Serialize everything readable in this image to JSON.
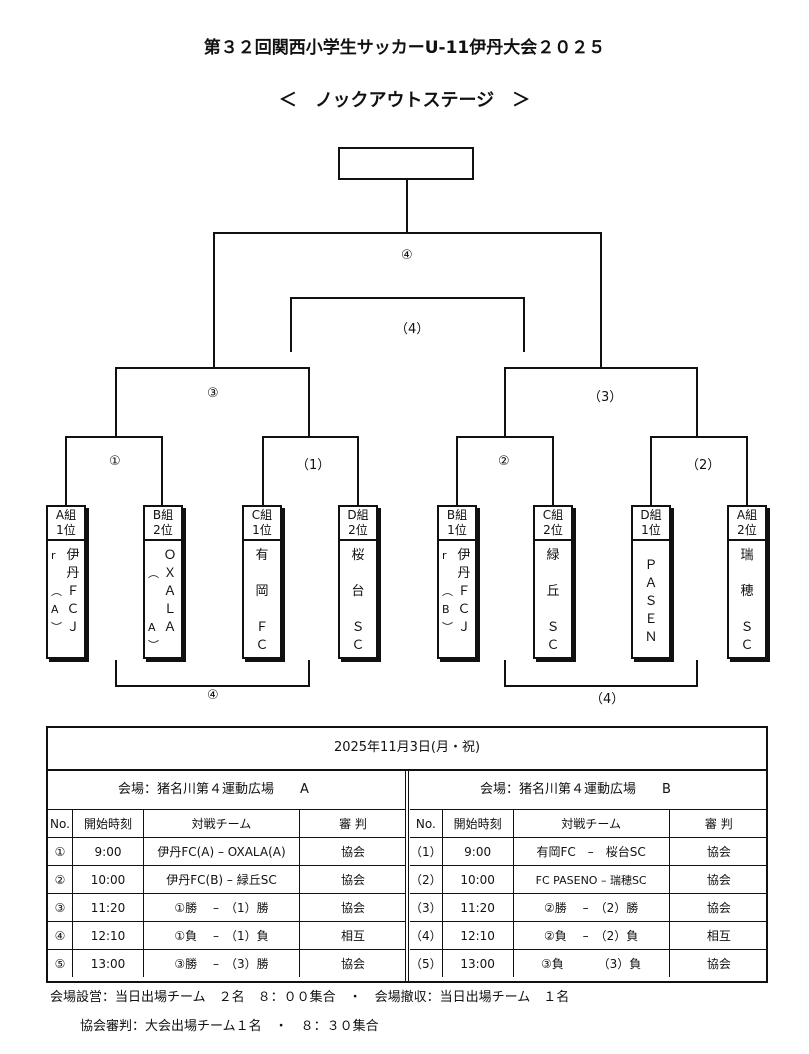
{
  "header": {
    "title": "第３２回関西小学生サッカーU-11伊丹大会２０２５",
    "subtitle": "＜　ノックアウトステージ　＞"
  },
  "bracket": {
    "labels": {
      "final": "④",
      "third_place": "（4）",
      "semi_left": "③",
      "semi_right": "（3）",
      "qf_1": "①",
      "qf_2": "（1）",
      "qf_3": "②",
      "qf_4": "（2）",
      "consolation_left": "④",
      "consolation_right": "（4）"
    },
    "teams": [
      {
        "group": "A組\n1位",
        "name": "伊\n丹\nＦ\nＣ\nＪ",
        "side_note": "r\n\n︵\nA\n︶"
      },
      {
        "group": "B組\n2位",
        "name": "Ｏ\nＸ\nＡ\nＬ\nＡ",
        "side_note": "\n︵\n\n\nA\n︶"
      },
      {
        "group": "C組\n1位",
        "name": "有\n\n岡\n\nＦ\nＣ",
        "side_note": ""
      },
      {
        "group": "D組\n2位",
        "name": "桜\n\n台\n\nＳ\nＣ",
        "side_note": ""
      },
      {
        "group": "B組\n1位",
        "name": "伊\n丹\nＦ\nＣ\nＪ",
        "side_note": "r\n\n︵\nB\n︶"
      },
      {
        "group": "C組\n2位",
        "name": "緑\n\n丘\n\nＳ\nＣ",
        "side_note": ""
      },
      {
        "group": "D組\n1位",
        "name": "Ｐ\nＡ\nＳ\nＥ\nＮ",
        "side_note": ""
      },
      {
        "group": "A組\n2位",
        "name": "瑞\n\n穂\n\nＳ\nＣ",
        "side_note": ""
      }
    ]
  },
  "schedule": {
    "date": "2025年11月3日(月・祝)",
    "columns": [
      "No.",
      "開始時刻",
      "対戦チーム",
      "審 判"
    ],
    "venues": [
      {
        "title": "会場：猪名川第４運動広場　　A",
        "rows": [
          [
            "①",
            "9:00",
            "伊丹FC(A)  –  OXALA(A)",
            "協会"
          ],
          [
            "②",
            "10:00",
            "伊丹FC(B)  –   緑丘SC",
            "協会"
          ],
          [
            "③",
            "11:20",
            "①勝　 –　（1）勝",
            "協会"
          ],
          [
            "④",
            "12:10",
            "①負　 –　（1）負",
            "相互"
          ],
          [
            "⑤",
            "13:00",
            "③勝　 –　（3）勝",
            "協会"
          ]
        ]
      },
      {
        "title": "会場：猪名川第４運動広場　　B",
        "rows": [
          [
            "（1）",
            "9:00",
            "有岡FC　–　桜台SC",
            "協会"
          ],
          [
            "（2）",
            "10:00",
            "FC PASENO  –  瑞穂SC",
            "協会"
          ],
          [
            "（3）",
            "11:20",
            "②勝　 –　（2）勝",
            "協会"
          ],
          [
            "（4）",
            "12:10",
            "②負　 –　（2）負",
            "相互"
          ],
          [
            "（5）",
            "13:00",
            "③負　　 　（3）負",
            "協会"
          ]
        ]
      }
    ]
  },
  "notes": {
    "line1": "会場設営：当日出場チーム　２名　８：００集合　・　会場撤収：当日出場チーム　１名",
    "line2": "協会審判：大会出場チーム１名　・　８：３０集合"
  }
}
